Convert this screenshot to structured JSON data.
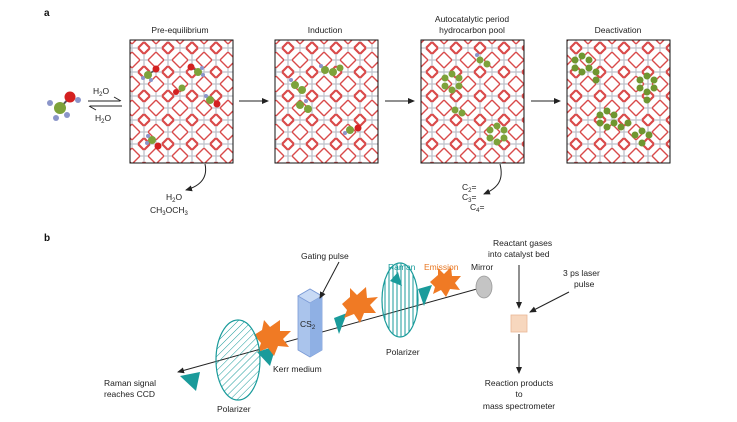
{
  "panel_a": {
    "letter": "a",
    "stages": [
      {
        "title": "Pre-equilibrium"
      },
      {
        "title": "Induction"
      },
      {
        "title_line1": "Autocatalytic period",
        "title_line2": "hydrocarbon pool"
      },
      {
        "title": "Deactivation"
      }
    ],
    "equilibrium": {
      "top": "H",
      "top_sub": "2",
      "top_tail": "O",
      "bottom": "H",
      "bottom_sub": "2",
      "bottom_tail": "O"
    },
    "byproducts": {
      "water": "H",
      "water_sub": "2",
      "water_tail": "O",
      "dme_a": "CH",
      "dme_sub1": "3",
      "dme_b": "OCH",
      "dme_sub2": "3"
    },
    "olefins": {
      "c2": "C",
      "c2_sub": "2",
      "c2_tail": "=",
      "c3": "C",
      "c3_sub": "3",
      "c3_tail": "=",
      "c4": "C",
      "c4_sub": "4",
      "c4_tail": "="
    }
  },
  "panel_b": {
    "letter": "b",
    "gating_pulse": "Gating pulse",
    "cs2": "CS",
    "cs2_sub": "2",
    "kerr_medium": "Kerr medium",
    "raman": "Raman",
    "emission": "Emission",
    "mirror": "Mirror",
    "polarizer_front": "Polarizer",
    "polarizer_back": "Polarizer",
    "reactant_line1": "Reactant gases",
    "reactant_line2": "into catalyst bed",
    "laser_line1": "3 ps laser",
    "laser_line2": "pulse",
    "products_line1": "Reaction products",
    "products_line2": "to",
    "products_line3": "mass spectrometer",
    "signal_line1": "Raman signal",
    "signal_line2": "reaches CCD"
  },
  "colors": {
    "raman": "#1a9b9b",
    "emission": "#e87722",
    "spike": "#f07a24",
    "teal_triangle": "#1a9b9b",
    "zeolite": "#d94a4a",
    "carbon": "#7da23a",
    "oxygen": "#d42020",
    "hydrogen": "#8b95c9"
  }
}
